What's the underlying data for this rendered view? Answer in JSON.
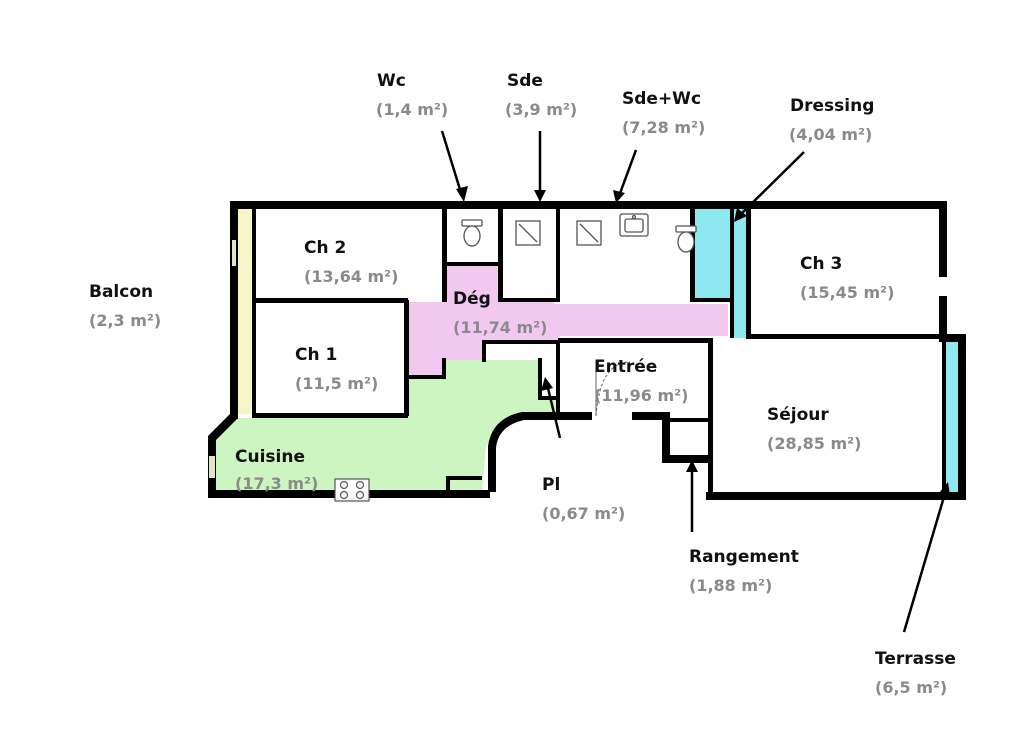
{
  "rooms": {
    "wc": {
      "name": "Wc",
      "area": "(1,4 m²)"
    },
    "sde": {
      "name": "Sde",
      "area": "(3,9 m²)"
    },
    "sdewc": {
      "name": "Sde+Wc",
      "area": "(7,28 m²)"
    },
    "dressing": {
      "name": "Dressing",
      "area": "(4,04 m²)"
    },
    "ch2": {
      "name": "Ch 2",
      "area": "(13,64 m²)"
    },
    "ch3": {
      "name": "Ch 3",
      "area": "(15,45 m²)"
    },
    "deg": {
      "name": "Dég",
      "area": "(11,74 m²)"
    },
    "balcon": {
      "name": "Balcon",
      "area": "(2,3 m²)"
    },
    "ch1": {
      "name": "Ch 1",
      "area": "(11,5 m²)"
    },
    "entree": {
      "name": "Entrée",
      "area": "(11,96 m²)"
    },
    "sejour": {
      "name": "Séjour",
      "area": "(28,85 m²)"
    },
    "cuisine": {
      "name": "Cuisine",
      "area": "(17,3 m²)"
    },
    "pl": {
      "name": "Pl",
      "area": "(0,67 m²)"
    },
    "rangement": {
      "name": "Rangement",
      "area": "(1,88 m²)"
    },
    "terrasse": {
      "name": "Terrasse",
      "area": "(6,5 m²)"
    }
  },
  "colors": {
    "wall": "#000000",
    "cuisine": "#cdf5c2",
    "deg": "#f0c8f0",
    "balcon": "#f7f5c8",
    "dressing": "#8ee8ef",
    "terrasse": "#8ee8ef",
    "label": "#111111",
    "area": "#8a8a8a"
  },
  "icons": [
    "toilet-icon",
    "shower-icon",
    "sink-icon",
    "cooktop-icon"
  ]
}
